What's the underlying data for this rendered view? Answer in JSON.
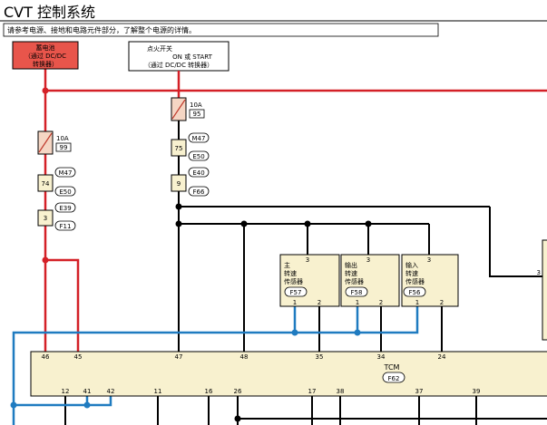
{
  "title": "CVT 控制系统",
  "note": "请参考电源、接地和电路元件部分，了解整个电源的详情。",
  "battery_box": {
    "line1": "蓄电池",
    "line2": "（通过 DC/DC",
    "line3": "转换器）"
  },
  "ignition_box": {
    "line1": "点火开关",
    "line2": "ON 或 START",
    "line3": "（通过 DC/DC 转换器）"
  },
  "fuses": [
    {
      "rating": "10A",
      "number": "99"
    },
    {
      "rating": "10A",
      "number": "95"
    }
  ],
  "connectors": {
    "left": [
      {
        "pin": "74",
        "tags": [
          "M47",
          "E50"
        ]
      },
      {
        "pin": "3",
        "tags": [
          "E39",
          "F11"
        ]
      }
    ],
    "right": [
      {
        "pin": "75",
        "tags": [
          "M47",
          "E50"
        ]
      },
      {
        "pin": "9",
        "tags": [
          "E40",
          "F66"
        ]
      }
    ]
  },
  "sensors": [
    {
      "lines": [
        "主",
        "转速",
        "传感器"
      ],
      "code": "F57",
      "pin_top": "3",
      "pin_left": "1",
      "pin_right": "2"
    },
    {
      "lines": [
        "输出",
        "转速",
        "传感器"
      ],
      "code": "F58",
      "pin_top": "3",
      "pin_left": "1",
      "pin_right": "2"
    },
    {
      "lines": [
        "输入",
        "转速",
        "传感器"
      ],
      "code": "F56",
      "pin_top": "3",
      "pin_left": "1",
      "pin_right": "2"
    }
  ],
  "partial_box_pin": "3",
  "tcm": {
    "label": "TCM",
    "code": "F62",
    "top_pins": [
      "46",
      "45",
      "47",
      "48",
      "35",
      "34",
      "24"
    ],
    "bottom_pins": [
      "12",
      "41",
      "42",
      "11",
      "16",
      "26",
      "17",
      "38",
      "37",
      "39"
    ]
  },
  "colors": {
    "power_red": "#d42027",
    "signal_blue": "#1f7bc0",
    "wire_black": "#000000",
    "component_fill": "#f8f1cf",
    "battery_fill": "#e8554b"
  }
}
